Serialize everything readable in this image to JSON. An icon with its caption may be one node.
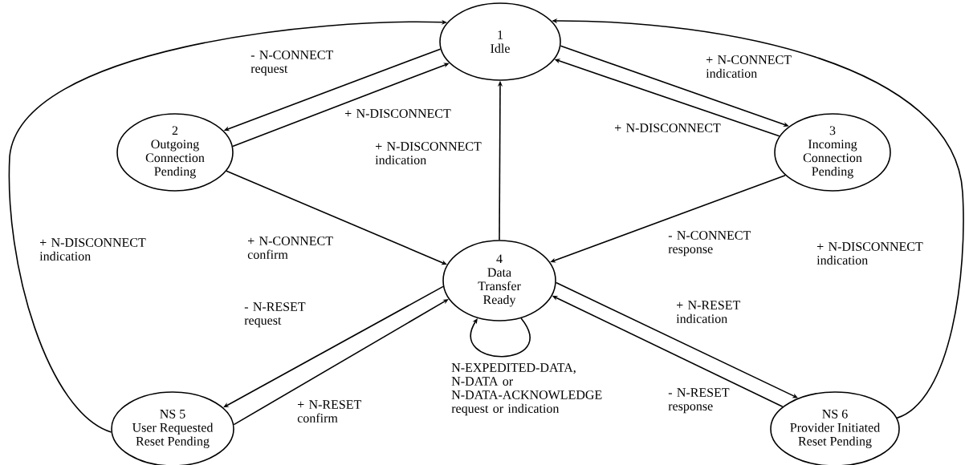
{
  "diagram": {
    "nodes": [
      {
        "text": [
          "1",
          "Idle"
        ]
      },
      {
        "text": [
          "2",
          "Outgoing Connection Pending"
        ]
      },
      {
        "text": [
          "3",
          "Incoming Connection Pending"
        ]
      },
      {
        "text": [
          "4",
          "Data Transfer Ready"
        ]
      },
      {
        "text": [
          "NS 5",
          "User Requested Reset Pending"
        ]
      },
      {
        "text": [
          "NS 6",
          "Provider Initiated Reset Pending"
        ]
      }
    ],
    "edges": [
      {
        "from": 0,
        "to": 1,
        "arrow": "to",
        "label": "- N-CONNECT request"
      },
      {
        "from": 1,
        "to": 0,
        "arrow": "to",
        "label": "+ N-DISCONNECT"
      },
      {
        "from": 0,
        "to": 2,
        "arrow": "to",
        "label": "+ N-CONNECT indication"
      },
      {
        "from": 2,
        "to": 0,
        "arrow": "to",
        "label": "+ N-DISCONNECT"
      },
      {
        "from": 3,
        "to": 0,
        "arrow": "to",
        "label": "+ N-DISCONNECT indication"
      },
      {
        "from": 1,
        "to": 3,
        "arrow": "to",
        "label": "+ N-CONNECT confirm"
      },
      {
        "from": 2,
        "to": 3,
        "arrow": "to",
        "label": "- N-CONNECT response"
      },
      {
        "from": 3,
        "to": 4,
        "arrow": "to",
        "label": "- N-RESET request"
      },
      {
        "from": 4,
        "to": 3,
        "arrow": "to",
        "label": "+ N-RESET confirm"
      },
      {
        "from": 3,
        "to": 5,
        "arrow": "to",
        "label": "+ N-RESET indication"
      },
      {
        "from": 5,
        "to": 3,
        "arrow": "to",
        "label": "- N-RESET response"
      },
      {
        "from": 3,
        "to": 3,
        "arrow": "to",
        "label": "N-EXPEDITED-DATA, N-DATA or N-DATA-ACKNOWLEDGE request or indication"
      },
      {
        "from": 4,
        "to": 0,
        "arrow": "to",
        "label": "+ N-DISCONNECT indication"
      },
      {
        "from": 5,
        "to": 0,
        "arrow": "to",
        "label": "+ N-DISCONNECT indication"
      }
    ]
  }
}
